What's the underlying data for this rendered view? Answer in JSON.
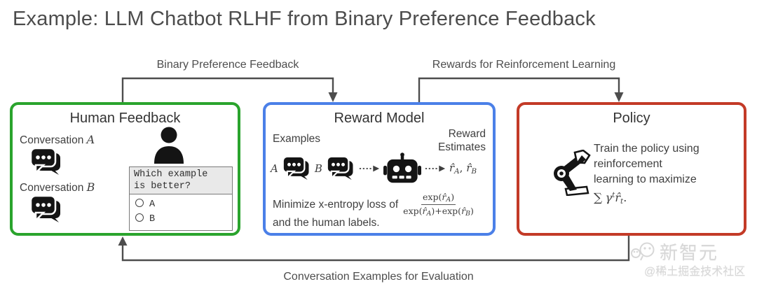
{
  "title": "Example: LLM Chatbot RLHF from Binary Preference Feedback",
  "arrow_labels": {
    "binary_preference": "Binary Preference Feedback",
    "rewards_rl": "Rewards for Reinforcement Learning",
    "conversation_eval": "Conversation Examples for Evaluation"
  },
  "human_feedback": {
    "title": "Human Feedback",
    "conversation_label": "Conversation ",
    "var_a": "A",
    "var_b": "B",
    "question_line1": "Which example",
    "question_line2": "is better?",
    "option_a": "A",
    "option_b": "B"
  },
  "reward_model": {
    "title": "Reward Model",
    "examples_label": "Examples",
    "estimates_line1": "Reward",
    "estimates_line2": "Estimates",
    "var_a": "A",
    "var_b": "B",
    "minimize_text": "Minimize x-entropy loss of",
    "and_text": "and the human labels."
  },
  "policy": {
    "title": "Policy",
    "line1": "Train the policy using",
    "line2": "reinforcement",
    "line3": "learning to maximize"
  },
  "math": {
    "r_hat": "r̂",
    "sub_a": "A",
    "sub_b": "B",
    "sub_t": "t",
    "sup_t": "t",
    "comma": ", ",
    "exp_open": "exp(",
    "close_paren": ")",
    "plus": "+",
    "sum": "∑",
    "gamma": "γ",
    "period": "."
  },
  "icons": {
    "chat": "chat-bubbles-icon",
    "person": "person-icon",
    "robot_head": "robot-head-icon",
    "robot_arm": "robot-arm-icon",
    "watermark_logo": "chat-face-logo"
  },
  "colors": {
    "green": "#2aa42d",
    "blue": "#4b80e8",
    "red": "#c33a27",
    "arrow_gray": "#4d4d4d",
    "icon_black": "#141414",
    "panel_header_bg": "#e9e9e9"
  },
  "watermark": {
    "brand": "新智元",
    "handle": "@稀土掘金技术社区"
  }
}
